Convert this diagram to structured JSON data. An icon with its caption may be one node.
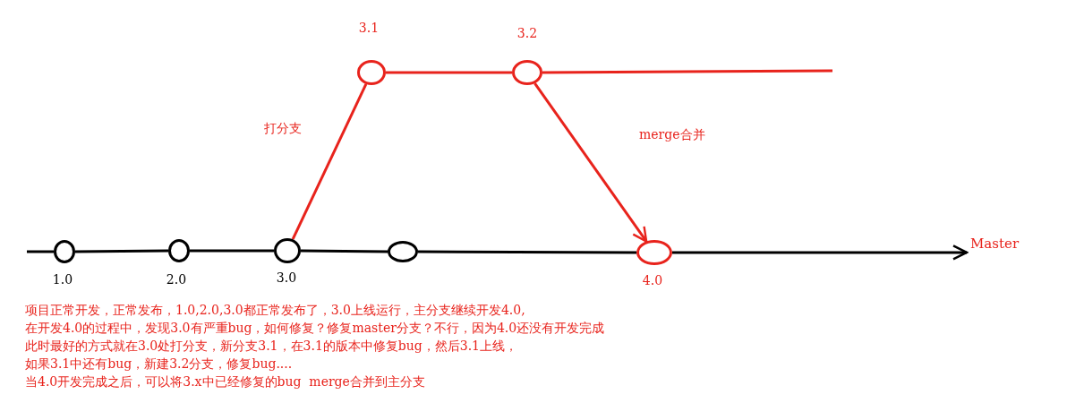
{
  "diagram": {
    "nodes": [
      {
        "text": [
          "1.0"
        ]
      },
      {
        "text": [
          "2.0"
        ]
      },
      {
        "text": [
          "3.0"
        ]
      },
      {
        "text": [],
        "shape": "circle"
      },
      {
        "text": [
          "4.0"
        ]
      },
      {
        "text": [
          "3.1"
        ]
      },
      {
        "text": [
          "3.2"
        ]
      },
      {
        "text": [
          "Master"
        ]
      }
    ],
    "edges": [
      {
        "from": null,
        "to": 0,
        "arrow": "none"
      },
      {
        "from": 0,
        "to": 1,
        "arrow": "none"
      },
      {
        "from": 1,
        "to": 2,
        "arrow": "none"
      },
      {
        "from": 2,
        "to": 3,
        "arrow": "none"
      },
      {
        "from": 3,
        "to": 4,
        "arrow": "none"
      },
      {
        "from": 4,
        "to": 7,
        "arrow": "to"
      },
      {
        "from": 2,
        "to": 5,
        "arrow": "none",
        "label": "打分支",
        "color": "#e8231c"
      },
      {
        "from": 5,
        "to": 6,
        "arrow": "none",
        "color": "#e8231c"
      },
      {
        "from": 6,
        "to": null,
        "arrow": "none",
        "color": "#e8231c"
      },
      {
        "from": 6,
        "to": 4,
        "arrow": "to",
        "label": "merge合并",
        "color": "#e8231c"
      }
    ],
    "labels": [
      "项目正常开发，正常发布，1.0,2.0,3.0都正常发布了，3.0上线运行，主分支继续开发4.0,",
      "在开发4.0的过程中，发现3.0有严重bug，如何修复？修复master分支？不行，因为4.0还没有开发完成",
      "此时最好的方式就在3.0处打分支，新分支3.1，在3.1的版本中修复bug，然后3.1上线，",
      "如果3.1中还有bug，新建3.2分支，修复bug....",
      "当4.0开发完成之后，可以将3.x中已经修复的bug  merge合并到主分支"
    ]
  }
}
